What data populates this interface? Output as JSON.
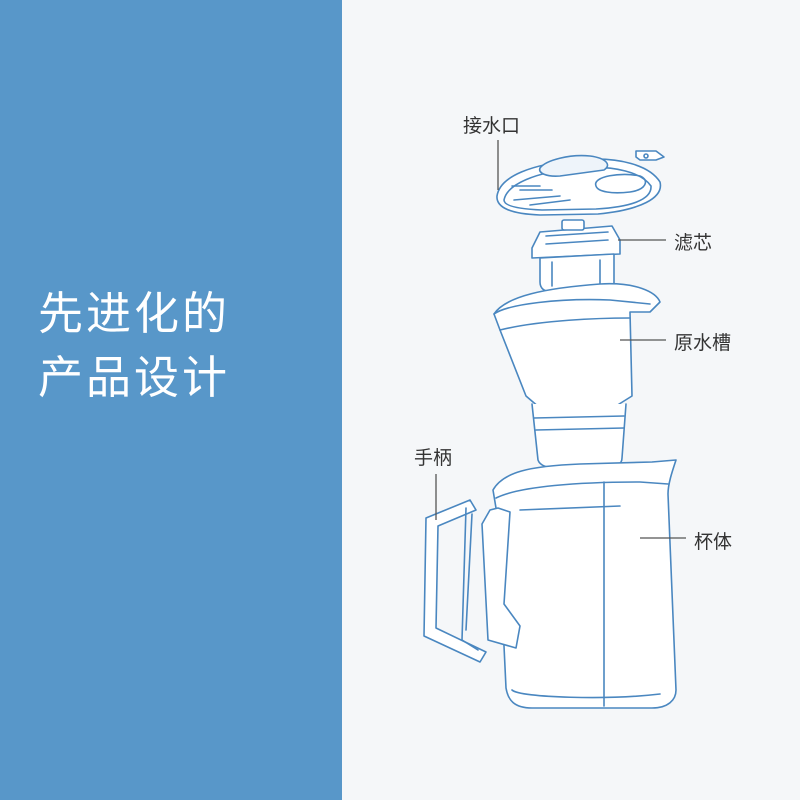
{
  "headline": {
    "line1": "先进化的",
    "line2": "产品设计"
  },
  "callouts": {
    "inlet": "接水口",
    "filter": "滤芯",
    "reservoir": "原水槽",
    "handle": "手柄",
    "body": "杯体"
  },
  "colors": {
    "panel": "#5897c9",
    "outline": "#4a87c0",
    "leader": "#555555"
  }
}
